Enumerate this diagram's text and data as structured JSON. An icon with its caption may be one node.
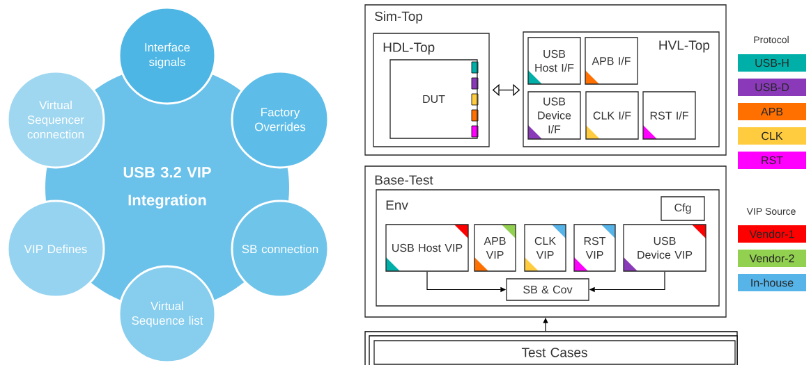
{
  "diagram": {
    "nodes": [
      {
        "text": [
          "USB 3.2 VIP Integration"
        ]
      },
      {
        "text": [
          "Interface signals"
        ]
      },
      {
        "text": [
          "Factory Overrides"
        ]
      },
      {
        "text": [
          "SB connection"
        ]
      },
      {
        "text": [
          "Virtual Sequence list"
        ]
      },
      {
        "text": [
          "VIP Defines"
        ]
      },
      {
        "text": [
          "Virtual Sequencer connection"
        ]
      },
      {
        "text": [
          "Sim-Top"
        ]
      },
      {
        "text": [
          "HDL-Top"
        ],
        "in": 7
      },
      {
        "text": [
          "DUT"
        ],
        "in": 8
      },
      {
        "text": [
          "HVL-Top"
        ],
        "in": 7
      },
      {
        "text": [
          "USB Host I/F"
        ],
        "in": 10
      },
      {
        "text": [
          "APB I/F"
        ],
        "in": 10
      },
      {
        "text": [
          "USB Device I/F"
        ],
        "in": 10
      },
      {
        "text": [
          "CLK I/F"
        ],
        "in": 10
      },
      {
        "text": [
          "RST I/F"
        ],
        "in": 10
      },
      {
        "text": [
          "Base-Test"
        ]
      },
      {
        "text": [
          "Env"
        ],
        "in": 16
      },
      {
        "text": [
          "Cfg"
        ],
        "in": 17
      },
      {
        "text": [
          "USB Host VIP"
        ],
        "in": 17
      },
      {
        "text": [
          "APB VIP"
        ],
        "in": 17
      },
      {
        "text": [
          "CLK VIP"
        ],
        "in": 17
      },
      {
        "text": [
          "RST VIP"
        ],
        "in": 17
      },
      {
        "text": [
          "USB Device VIP"
        ],
        "in": 17
      },
      {
        "text": [
          "SB & Cov"
        ],
        "in": 17
      },
      {
        "text": [
          "Test Cases"
        ]
      }
    ],
    "edges": [
      {
        "from": 8,
        "to": 10,
        "arrow": "both"
      },
      {
        "from": 19,
        "to": 24,
        "arrow": "to"
      },
      {
        "from": 23,
        "to": 24,
        "arrow": "to"
      },
      {
        "from": 25,
        "to": 16,
        "arrow": "to"
      }
    ],
    "labels": [
      "Protocol",
      "VIP Source"
    ],
    "legend": [
      {
        "text": "USB-H",
        "color": "#00b0a8"
      },
      {
        "text": "USB-D",
        "color": "#8a3ab9"
      },
      {
        "text": "APB",
        "color": "#ff7000"
      },
      {
        "text": "CLK",
        "color": "#ffcc40"
      },
      {
        "text": "RST",
        "color": "#ff00ff"
      },
      {
        "text": "Vendor-1",
        "color": "#ff0000"
      },
      {
        "text": "Vendor-2",
        "color": "#92d050"
      },
      {
        "text": "In-house",
        "color": "#56b4e9"
      }
    ]
  }
}
